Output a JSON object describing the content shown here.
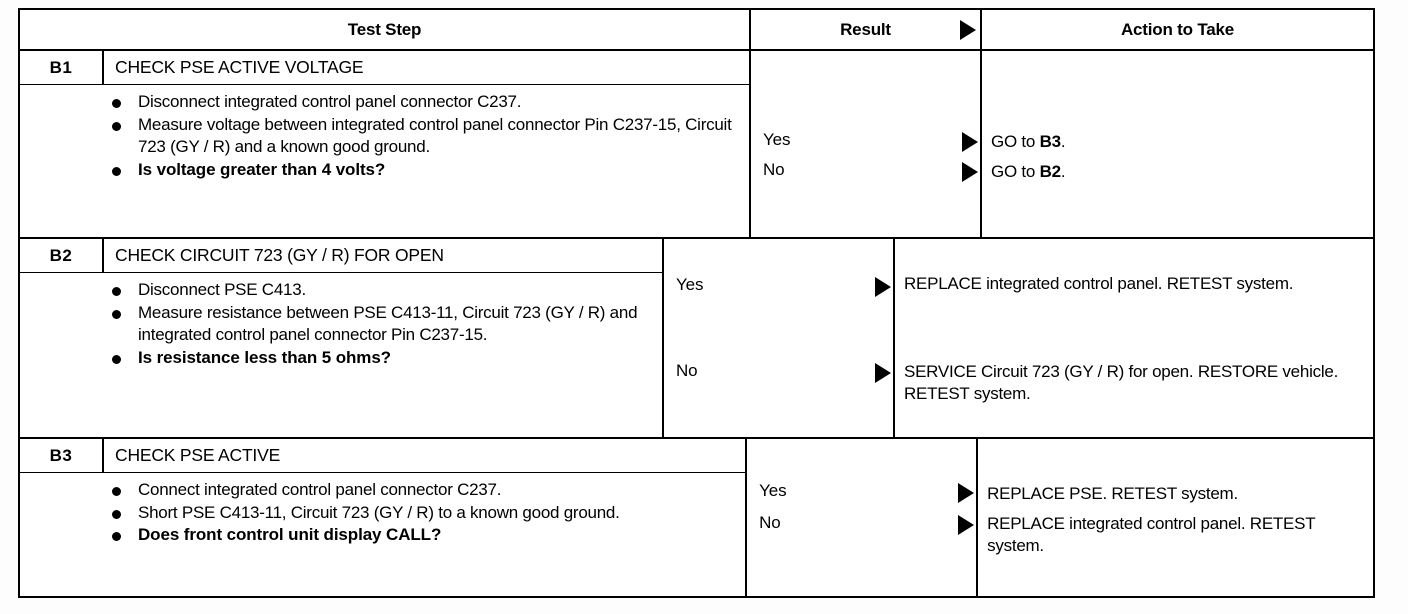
{
  "document": {
    "type": "pinpoint-test-table",
    "ink_color": "#000000",
    "paper_color": "#ffffff"
  },
  "table": {
    "headers": {
      "test_step": "Test Step",
      "result": "Result",
      "action": "Action to Take"
    },
    "blocks": [
      {
        "id": "B1",
        "title": "CHECK PSE ACTIVE VOLTAGE",
        "bullets": [
          {
            "text": "Disconnect integrated control panel connector C237.",
            "bold": false
          },
          {
            "text": "Measure voltage between integrated control panel connector Pin C237-15, Circuit 723 (GY / R) and a known good ground.",
            "bold": false
          },
          {
            "text": "Is voltage greater than 4 volts?",
            "bold": true
          }
        ],
        "results": [
          {
            "label": "Yes",
            "action_prefix": "GO to ",
            "action_bold": "B3",
            "action_suffix": "."
          },
          {
            "label": "No",
            "action_prefix": "GO to ",
            "action_bold": "B2",
            "action_suffix": "."
          }
        ]
      },
      {
        "id": "B2",
        "title": "CHECK CIRCUIT 723 (GY / R) FOR OPEN",
        "bullets": [
          {
            "text": "Disconnect PSE C413.",
            "bold": false
          },
          {
            "text": "Measure resistance between PSE C413-11, Circuit 723 (GY / R) and integrated control panel connector Pin C237-15.",
            "bold": false
          },
          {
            "text": "Is resistance less than 5 ohms?",
            "bold": true
          }
        ],
        "results": [
          {
            "label": "Yes",
            "action_prefix": "REPLACE integrated control panel. RETEST system.",
            "action_bold": "",
            "action_suffix": ""
          },
          {
            "label": "No",
            "action_prefix": "SERVICE Circuit 723 (GY / R) for open. RESTORE vehicle. RETEST system.",
            "action_bold": "",
            "action_suffix": ""
          }
        ]
      },
      {
        "id": "B3",
        "title": "CHECK PSE ACTIVE",
        "bullets": [
          {
            "text": "Connect integrated control panel connector C237.",
            "bold": false
          },
          {
            "text": "Short PSE C413-11, Circuit 723 (GY / R) to a known good ground.",
            "bold": false
          },
          {
            "text": "Does front control unit display CALL?",
            "bold": true
          }
        ],
        "results": [
          {
            "label": "Yes",
            "action_prefix": "REPLACE PSE. RETEST system.",
            "action_bold": "",
            "action_suffix": ""
          },
          {
            "label": "No",
            "action_prefix": "REPLACE integrated control panel. RETEST system.",
            "action_bold": "",
            "action_suffix": ""
          }
        ]
      }
    ]
  },
  "icons": {
    "header_result_arrow": "right-triangle-icon",
    "header_action_arrow": "right-triangle-icon",
    "row_arrow": "right-triangle-icon",
    "bullet": "filled-circle-bullet-icon"
  }
}
